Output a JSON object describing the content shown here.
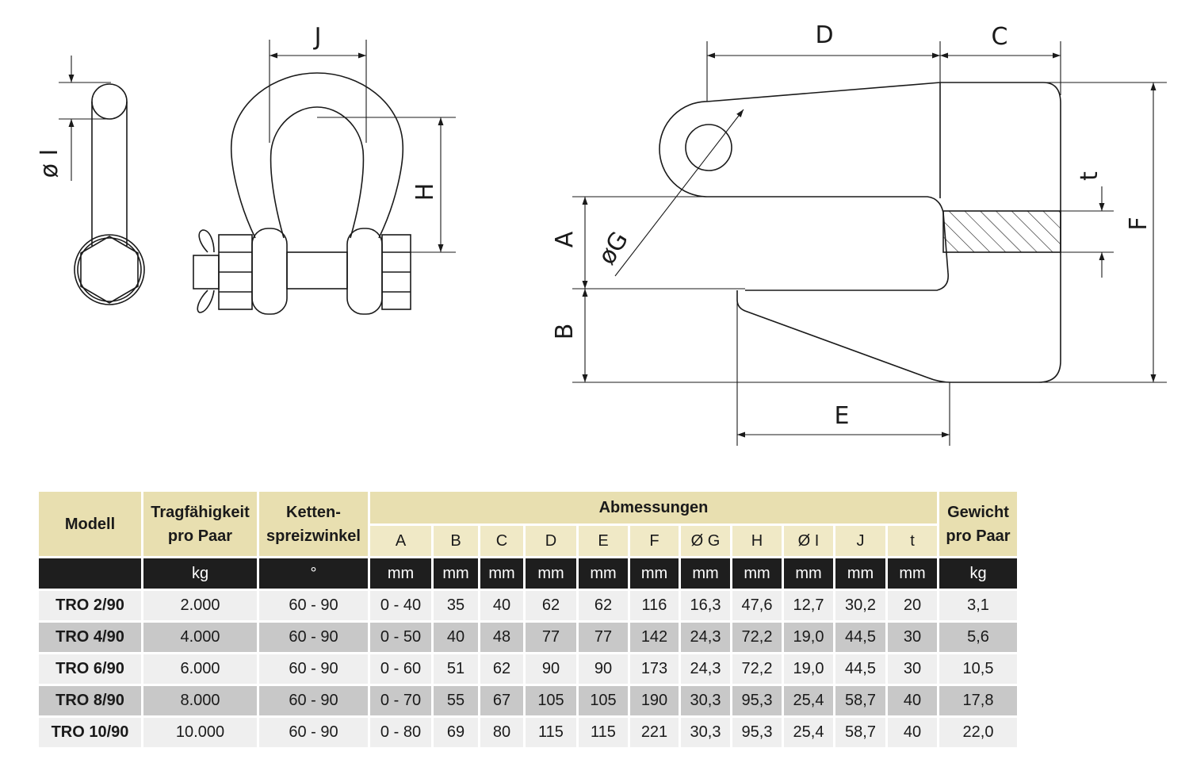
{
  "drawing": {
    "labels": {
      "dia_i": "ø I",
      "j": "J",
      "h": "H",
      "d": "D",
      "c": "C",
      "a": "A",
      "dia_g": "øG",
      "b": "B",
      "e": "E",
      "f": "F",
      "t": "t"
    }
  },
  "table": {
    "header": {
      "modell": "Modell",
      "tragfaehigkeit_1": "Tragfähigkeit",
      "tragfaehigkeit_2": "pro Paar",
      "ketten_1": "Ketten-",
      "ketten_2": "spreizwinkel",
      "abmessungen": "Abmessungen",
      "gewicht_1": "Gewicht",
      "gewicht_2": "pro Paar",
      "dims": [
        "A",
        "B",
        "C",
        "D",
        "E",
        "F",
        "Ø G",
        "H",
        "Ø I",
        "J",
        "t"
      ]
    },
    "units": [
      "",
      "kg",
      "°",
      "mm",
      "mm",
      "mm",
      "mm",
      "mm",
      "mm",
      "mm",
      "mm",
      "mm",
      "mm",
      "mm",
      "kg"
    ],
    "rows": [
      [
        "TRO 2/90",
        "2.000",
        "60 - 90",
        "0 - 40",
        "35",
        "40",
        "62",
        "62",
        "116",
        "16,3",
        "47,6",
        "12,7",
        "30,2",
        "20",
        "3,1"
      ],
      [
        "TRO 4/90",
        "4.000",
        "60 - 90",
        "0 - 50",
        "40",
        "48",
        "77",
        "77",
        "142",
        "24,3",
        "72,2",
        "19,0",
        "44,5",
        "30",
        "5,6"
      ],
      [
        "TRO 6/90",
        "6.000",
        "60 - 90",
        "0 - 60",
        "51",
        "62",
        "90",
        "90",
        "173",
        "24,3",
        "72,2",
        "19,0",
        "44,5",
        "30",
        "10,5"
      ],
      [
        "TRO 8/90",
        "8.000",
        "60 - 90",
        "0 - 70",
        "55",
        "67",
        "105",
        "105",
        "190",
        "30,3",
        "95,3",
        "25,4",
        "58,7",
        "40",
        "17,8"
      ],
      [
        "TRO 10/90",
        "10.000",
        "60 - 90",
        "0 - 80",
        "69",
        "80",
        "115",
        "115",
        "221",
        "30,3",
        "95,3",
        "25,4",
        "58,7",
        "40",
        "22,0"
      ]
    ],
    "colors": {
      "header_bg": "#e8dfb0",
      "unit_bg": "#1e1e1e",
      "row_light": "#efefef",
      "row_dark": "#c8c8c8"
    }
  }
}
